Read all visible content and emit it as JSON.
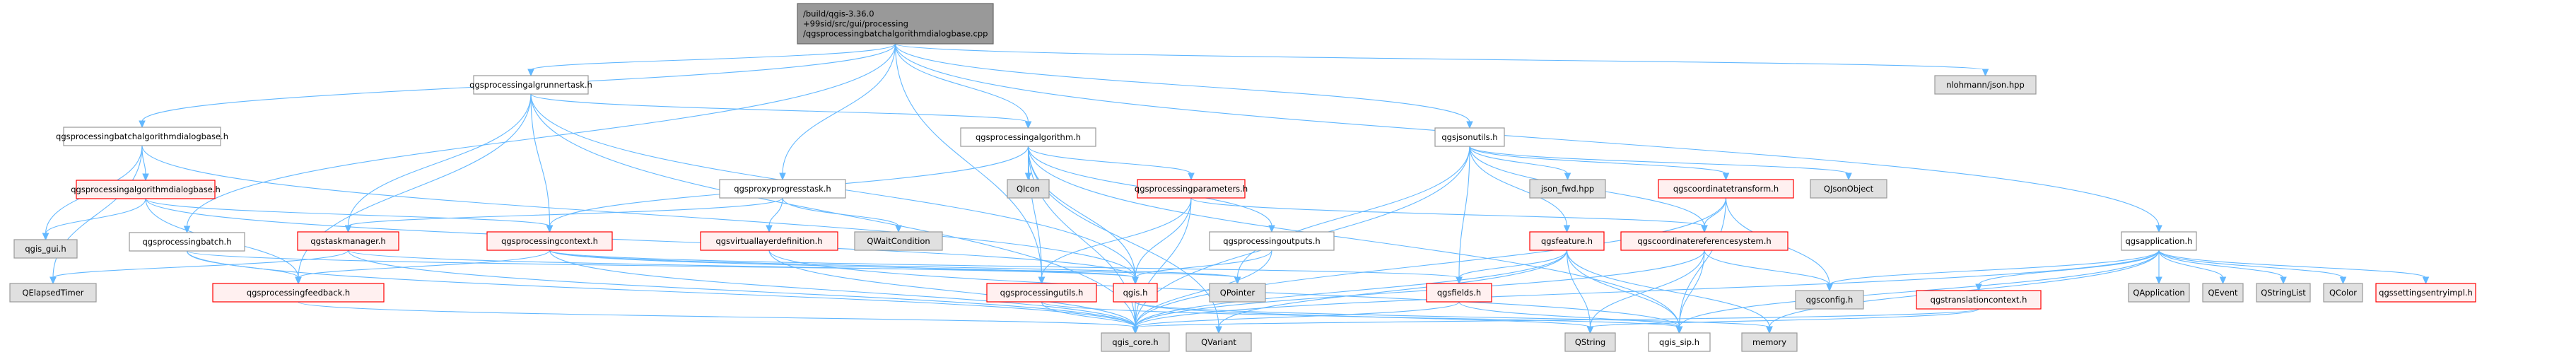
{
  "title": "Include dependency graph for qgsprocessingbatchalgorithmdialogbase.cpp",
  "colors": {
    "root_fill": "#999999",
    "root_stroke": "#666666",
    "plain_fill": "#ffffff",
    "plain_stroke": "#999999",
    "red_fill": "#fff0f0",
    "red_stroke": "#ff0000",
    "gray_fill": "#e0e0e0",
    "gray_stroke": "#999999",
    "edge": "#63b8ff"
  },
  "nodes": [
    {
      "id": "root",
      "kind": "root",
      "lines": [
        "/build/qgis-3.36.0",
        "+99sid/src/gui/processing",
        "/qgsprocessingbatchalgorithmdialogbase.cpp"
      ]
    },
    {
      "id": "batchdlgh",
      "kind": "plain",
      "lines": [
        "qgsprocessingbatchalgorithmdialogbase.h"
      ]
    },
    {
      "id": "algrunner",
      "kind": "plain",
      "lines": [
        "qgsprocessingalgrunnertask.h"
      ]
    },
    {
      "id": "alg",
      "kind": "plain",
      "lines": [
        "qgsprocessingalgorithm.h"
      ]
    },
    {
      "id": "jsonutils",
      "kind": "plain",
      "lines": [
        "qgsjsonutils.h"
      ]
    },
    {
      "id": "nlohmann",
      "kind": "gray",
      "lines": [
        "nlohmann/json.hpp"
      ]
    },
    {
      "id": "algdlg",
      "kind": "red",
      "lines": [
        "qgsprocessingalgorithmdialogbase.h"
      ]
    },
    {
      "id": "proxy",
      "kind": "plain",
      "lines": [
        "qgsproxyprogresstask.h"
      ]
    },
    {
      "id": "qicon",
      "kind": "gray",
      "lines": [
        "QIcon"
      ]
    },
    {
      "id": "params",
      "kind": "red",
      "lines": [
        "qgsprocessingparameters.h"
      ]
    },
    {
      "id": "jsonfwd",
      "kind": "gray",
      "lines": [
        "json_fwd.hpp"
      ]
    },
    {
      "id": "coordtr",
      "kind": "red",
      "lines": [
        "qgscoordinatetransform.h"
      ]
    },
    {
      "id": "qjson",
      "kind": "gray",
      "lines": [
        "QJsonObject"
      ]
    },
    {
      "id": "qgisgui",
      "kind": "gray",
      "lines": [
        "qgis_gui.h"
      ]
    },
    {
      "id": "batch",
      "kind": "plain",
      "lines": [
        "qgsprocessingbatch.h"
      ]
    },
    {
      "id": "taskmgr",
      "kind": "red",
      "lines": [
        "qgstaskmanager.h"
      ]
    },
    {
      "id": "context",
      "kind": "red",
      "lines": [
        "qgsprocessingcontext.h"
      ]
    },
    {
      "id": "virtual",
      "kind": "red",
      "lines": [
        "qgsvirtuallayerdefinition.h"
      ]
    },
    {
      "id": "qwait",
      "kind": "gray",
      "lines": [
        "QWaitCondition"
      ]
    },
    {
      "id": "outputs",
      "kind": "plain",
      "lines": [
        "qgsprocessingoutputs.h"
      ]
    },
    {
      "id": "feature",
      "kind": "red",
      "lines": [
        "qgsfeature.h"
      ]
    },
    {
      "id": "crs",
      "kind": "red",
      "lines": [
        "qgscoordinatereferencesystem.h"
      ]
    },
    {
      "id": "app",
      "kind": "plain",
      "lines": [
        "qgsapplication.h"
      ]
    },
    {
      "id": "qelapsed",
      "kind": "gray",
      "lines": [
        "QElapsedTimer"
      ]
    },
    {
      "id": "feedback",
      "kind": "red",
      "lines": [
        "qgsprocessingfeedback.h"
      ]
    },
    {
      "id": "putils",
      "kind": "red",
      "lines": [
        "qgsprocessingutils.h"
      ]
    },
    {
      "id": "qgish",
      "kind": "red",
      "lines": [
        "qgis.h"
      ]
    },
    {
      "id": "qpointer",
      "kind": "gray",
      "lines": [
        "QPointer"
      ]
    },
    {
      "id": "fields",
      "kind": "red",
      "lines": [
        "qgsfields.h"
      ]
    },
    {
      "id": "qgsconfig",
      "kind": "gray",
      "lines": [
        "qgsconfig.h"
      ]
    },
    {
      "id": "translation",
      "kind": "red",
      "lines": [
        "qgstranslationcontext.h"
      ]
    },
    {
      "id": "qapplication",
      "kind": "gray",
      "lines": [
        "QApplication"
      ]
    },
    {
      "id": "qevent",
      "kind": "gray",
      "lines": [
        "QEvent"
      ]
    },
    {
      "id": "qstringlist",
      "kind": "gray",
      "lines": [
        "QStringList"
      ]
    },
    {
      "id": "qcolor",
      "kind": "gray",
      "lines": [
        "QColor"
      ]
    },
    {
      "id": "settingsimpl",
      "kind": "red",
      "lines": [
        "qgssettingsentryimpl.h"
      ]
    },
    {
      "id": "qgiscore",
      "kind": "gray",
      "lines": [
        "qgis_core.h"
      ]
    },
    {
      "id": "qvariant",
      "kind": "gray",
      "lines": [
        "QVariant"
      ]
    },
    {
      "id": "qstring",
      "kind": "gray",
      "lines": [
        "QString"
      ]
    },
    {
      "id": "qgissip",
      "kind": "plain",
      "lines": [
        "qgis_sip.h"
      ]
    },
    {
      "id": "memory",
      "kind": "gray",
      "lines": [
        "memory"
      ]
    }
  ],
  "edges": [
    [
      "root",
      "batchdlgh"
    ],
    [
      "root",
      "algrunner"
    ],
    [
      "root",
      "alg"
    ],
    [
      "root",
      "jsonutils"
    ],
    [
      "root",
      "nlohmann"
    ],
    [
      "root",
      "proxy"
    ],
    [
      "root",
      "batch"
    ],
    [
      "root",
      "app"
    ],
    [
      "root",
      "putils"
    ],
    [
      "batchdlgh",
      "algdlg"
    ],
    [
      "batchdlgh",
      "qgisgui"
    ],
    [
      "batchdlgh",
      "qelapsed"
    ],
    [
      "batchdlgh",
      "qgish"
    ],
    [
      "algdlg",
      "qgisgui"
    ],
    [
      "algdlg",
      "feedback"
    ],
    [
      "algdlg",
      "context"
    ],
    [
      "algdlg",
      "qgish"
    ],
    [
      "algrunner",
      "alg"
    ],
    [
      "algrunner",
      "taskmgr"
    ],
    [
      "algrunner",
      "feedback"
    ],
    [
      "algrunner",
      "context"
    ],
    [
      "algrunner",
      "qgiscore"
    ],
    [
      "algrunner",
      "qgish"
    ],
    [
      "alg",
      "qicon"
    ],
    [
      "alg",
      "params"
    ],
    [
      "alg",
      "outputs"
    ],
    [
      "alg",
      "context"
    ],
    [
      "alg",
      "putils"
    ],
    [
      "alg",
      "qgish"
    ],
    [
      "alg",
      "qgiscore"
    ],
    [
      "alg",
      "qgissip"
    ],
    [
      "alg",
      "qvariant"
    ],
    [
      "params",
      "putils"
    ],
    [
      "params",
      "qgish"
    ],
    [
      "params",
      "qgiscore"
    ],
    [
      "params",
      "crs"
    ],
    [
      "proxy",
      "taskmgr"
    ],
    [
      "proxy",
      "virtual"
    ],
    [
      "proxy",
      "qwait"
    ],
    [
      "batch",
      "feedback"
    ],
    [
      "batch",
      "qgiscore"
    ],
    [
      "batch",
      "qpointer"
    ],
    [
      "taskmgr",
      "qelapsed"
    ],
    [
      "taskmgr",
      "qgiscore"
    ],
    [
      "taskmgr",
      "qgish"
    ],
    [
      "context",
      "feedback"
    ],
    [
      "context",
      "qgish"
    ],
    [
      "context",
      "qgiscore"
    ],
    [
      "context",
      "fields"
    ],
    [
      "context",
      "qpointer"
    ],
    [
      "virtual",
      "qgiscore"
    ],
    [
      "virtual",
      "qgissip"
    ],
    [
      "outputs",
      "qgish"
    ],
    [
      "outputs",
      "qgiscore"
    ],
    [
      "jsonutils",
      "jsonfwd"
    ],
    [
      "jsonutils",
      "coordtr"
    ],
    [
      "jsonutils",
      "qjson"
    ],
    [
      "jsonutils",
      "feature"
    ],
    [
      "jsonutils",
      "crs"
    ],
    [
      "jsonutils",
      "fields"
    ],
    [
      "jsonutils",
      "qgiscore"
    ],
    [
      "jsonutils",
      "qpointer"
    ],
    [
      "coordtr",
      "crs"
    ],
    [
      "coordtr",
      "qgsconfig"
    ],
    [
      "coordtr",
      "qgiscore"
    ],
    [
      "coordtr",
      "qgissip"
    ],
    [
      "feature",
      "fields"
    ],
    [
      "feature",
      "qgiscore"
    ],
    [
      "feature",
      "qstring"
    ],
    [
      "feature",
      "qgissip"
    ],
    [
      "feature",
      "memory"
    ],
    [
      "feature",
      "qvariant"
    ],
    [
      "crs",
      "qgsconfig"
    ],
    [
      "crs",
      "qstring"
    ],
    [
      "crs",
      "qgissip"
    ],
    [
      "crs",
      "qgiscore"
    ],
    [
      "fields",
      "qgiscore"
    ],
    [
      "fields",
      "qgissip"
    ],
    [
      "putils",
      "qgiscore"
    ],
    [
      "putils",
      "qgissip"
    ],
    [
      "qgish",
      "qgiscore"
    ],
    [
      "qgish",
      "qstring"
    ],
    [
      "qgish",
      "memory"
    ],
    [
      "feedback",
      "qgiscore"
    ],
    [
      "app",
      "qgsconfig"
    ],
    [
      "app",
      "translation"
    ],
    [
      "app",
      "qapplication"
    ],
    [
      "app",
      "qevent"
    ],
    [
      "app",
      "qstringlist"
    ],
    [
      "app",
      "qcolor"
    ],
    [
      "app",
      "settingsimpl"
    ],
    [
      "app",
      "qgiscore"
    ],
    [
      "app",
      "qgissip"
    ],
    [
      "app",
      "memory"
    ],
    [
      "translation",
      "qgiscore"
    ],
    [
      "translation",
      "qstring"
    ]
  ]
}
